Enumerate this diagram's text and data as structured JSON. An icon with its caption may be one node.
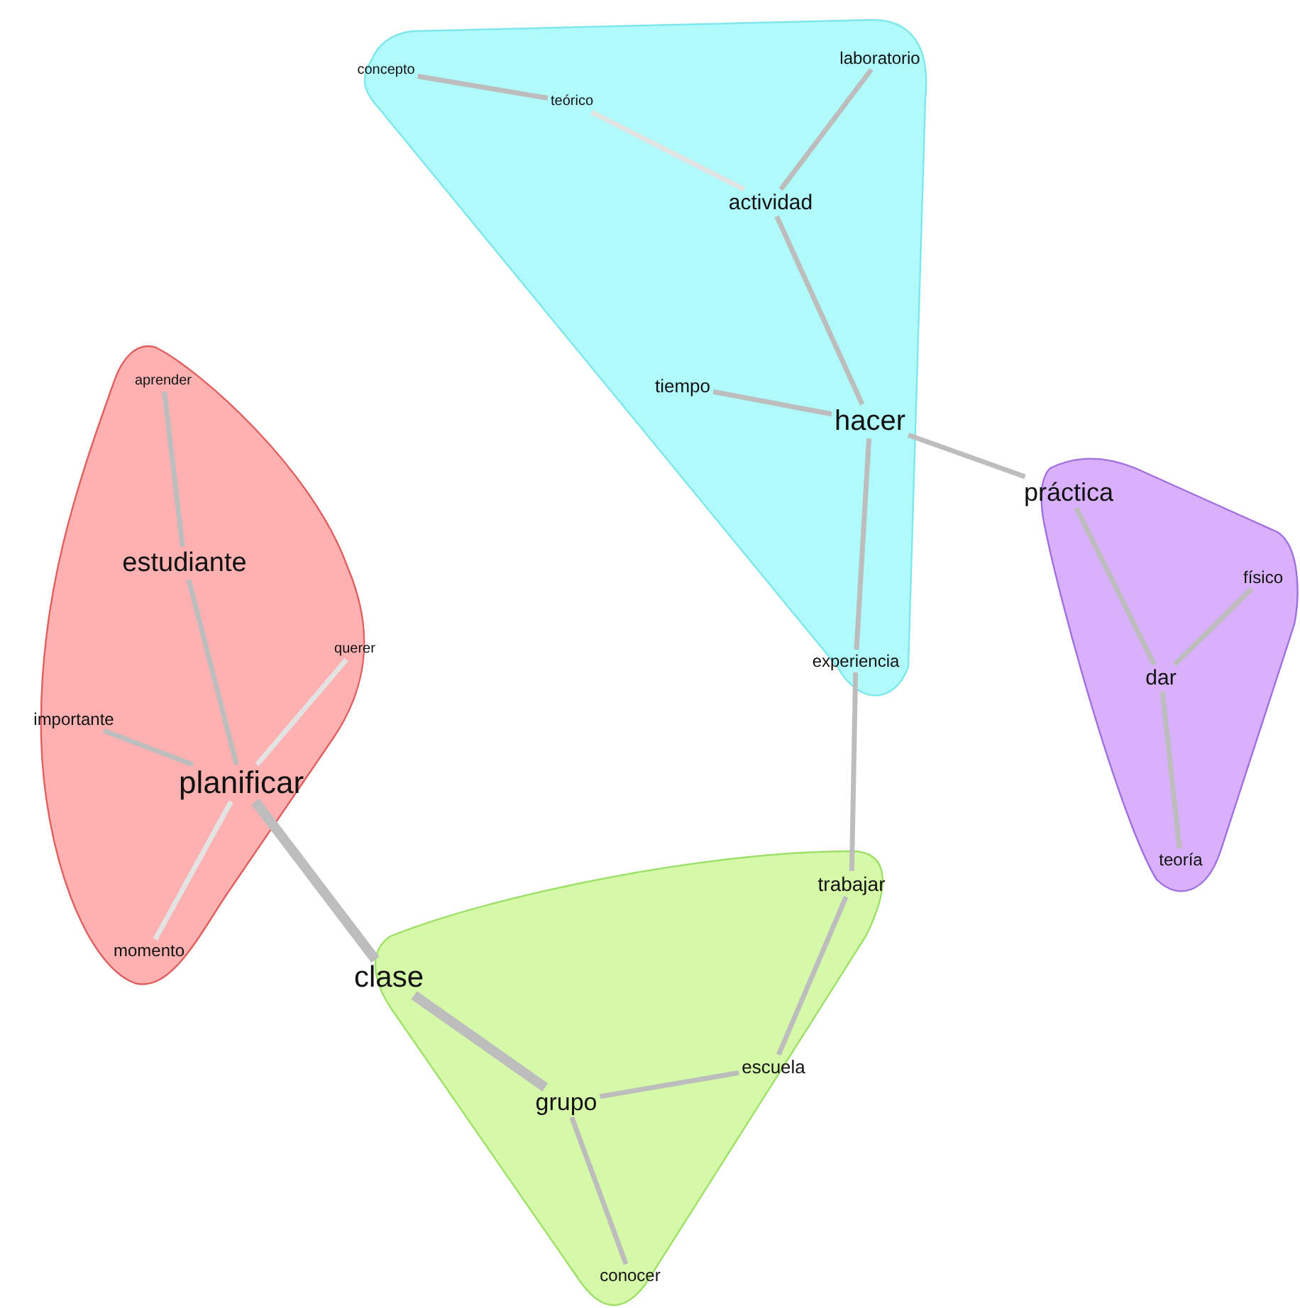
{
  "diagram": {
    "nodes": [
      {
        "text": [],
        "shape": "blob"
      },
      {
        "text": [
          "concepto"
        ],
        "in": 0
      },
      {
        "text": [
          "laboratorio"
        ],
        "in": 0
      },
      {
        "text": [
          "teórico"
        ],
        "in": 0
      },
      {
        "text": [
          "actividad"
        ],
        "in": 0
      },
      {
        "text": [
          "tiempo"
        ],
        "in": 0
      },
      {
        "text": [
          "hacer"
        ],
        "in": 0
      },
      {
        "text": [
          "experiencia"
        ],
        "in": 0
      },
      {
        "text": [],
        "shape": "blob"
      },
      {
        "text": [
          "aprender"
        ],
        "in": 8
      },
      {
        "text": [
          "estudiante"
        ],
        "in": 8
      },
      {
        "text": [
          "querer"
        ],
        "in": 8
      },
      {
        "text": [
          "importante"
        ],
        "in": 8
      },
      {
        "text": [
          "planificar"
        ],
        "in": 8
      },
      {
        "text": [
          "momento"
        ],
        "in": 8
      },
      {
        "text": [],
        "shape": "blob"
      },
      {
        "text": [
          "práctica"
        ],
        "in": 15
      },
      {
        "text": [
          "físico"
        ],
        "in": 15
      },
      {
        "text": [
          "dar"
        ],
        "in": 15
      },
      {
        "text": [
          "teoría"
        ],
        "in": 15
      },
      {
        "text": [],
        "shape": "blob"
      },
      {
        "text": [
          "trabajar"
        ],
        "in": 20
      },
      {
        "text": [
          "clase"
        ],
        "in": 20
      },
      {
        "text": [
          "escuela"
        ],
        "in": 20
      },
      {
        "text": [
          "grupo"
        ],
        "in": 20
      },
      {
        "text": [
          "conocer"
        ],
        "in": 20
      }
    ],
    "edges": [
      {
        "from": 1,
        "to": 3,
        "arrow": "none"
      },
      {
        "from": 3,
        "to": 4,
        "arrow": "none",
        "color": "#e3e3e3"
      },
      {
        "from": 2,
        "to": 4,
        "arrow": "none"
      },
      {
        "from": 4,
        "to": 6,
        "arrow": "none"
      },
      {
        "from": 5,
        "to": 6,
        "arrow": "none"
      },
      {
        "from": 6,
        "to": 16,
        "arrow": "none"
      },
      {
        "from": 6,
        "to": 7,
        "arrow": "none"
      },
      {
        "from": 7,
        "to": 21,
        "arrow": "none"
      },
      {
        "from": 9,
        "to": 10,
        "arrow": "none"
      },
      {
        "from": 10,
        "to": 13,
        "arrow": "none"
      },
      {
        "from": 11,
        "to": 13,
        "arrow": "none",
        "color": "#e3e3e3"
      },
      {
        "from": 12,
        "to": 13,
        "arrow": "none"
      },
      {
        "from": 13,
        "to": 14,
        "arrow": "none",
        "color": "#e3e3e3"
      },
      {
        "from": 13,
        "to": 22,
        "arrow": "none",
        "style": "thick"
      },
      {
        "from": 16,
        "to": 18,
        "arrow": "none"
      },
      {
        "from": 17,
        "to": 18,
        "arrow": "none"
      },
      {
        "from": 18,
        "to": 19,
        "arrow": "none"
      },
      {
        "from": 22,
        "to": 24,
        "arrow": "none",
        "style": "thick"
      },
      {
        "from": 24,
        "to": 23,
        "arrow": "none"
      },
      {
        "from": 23,
        "to": 21,
        "arrow": "none"
      },
      {
        "from": 24,
        "to": 25,
        "arrow": "none"
      }
    ]
  }
}
